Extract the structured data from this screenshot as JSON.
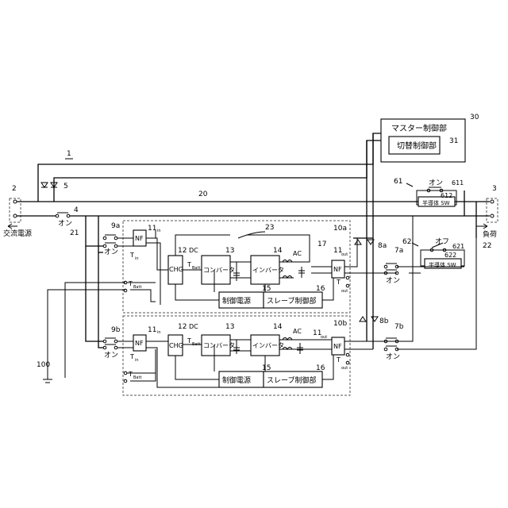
{
  "refs": {
    "system": "1",
    "in_terminal": "2",
    "out_terminal": "3",
    "sw4": "4",
    "diode5": "5",
    "sw7a": "7a",
    "sw7b": "7b",
    "diode8a": "8a",
    "diode8b": "8b",
    "sw9a": "9a",
    "sw9b": "9b",
    "unit_a": "10a",
    "unit_b": "10b",
    "nf_in": "11",
    "nf_out": "11",
    "chg": "12",
    "conv": "13",
    "inv": "14",
    "ctrl_power": "15",
    "slave": "16",
    "ref17": "17",
    "ref20": "20",
    "ref21": "21",
    "ref22": "22",
    "ref23": "23",
    "master": "30",
    "switch_ctrl": "31",
    "ref61": "61",
    "ref611": "611",
    "ref612": "612",
    "ref62": "62",
    "ref621": "621",
    "ref622": "622",
    "ground": "100"
  },
  "labels": {
    "ac_power": "交流電源",
    "load": "負荷",
    "on": "オン",
    "off": "オフ",
    "master_ctrl": "マスター制御部",
    "switch_ctrl": "切替制御部",
    "semi_sw": "半導体 SW",
    "semi_sw2": "半導体 SW",
    "chg": "CHG",
    "converter": "コンバータ",
    "inverter": "インバータ",
    "ctrl_power": "制御電源",
    "slave_ctrl": "スレーブ制御部",
    "nf": "NF",
    "dc": "DC",
    "ac": "AC",
    "t_in": "T",
    "t_in_sub": "in",
    "t_out": "T",
    "t_out_sub": "out",
    "t_batt": "T",
    "t_batt_sub": "Batt",
    "sub_in": "in",
    "sub_out": "out"
  }
}
